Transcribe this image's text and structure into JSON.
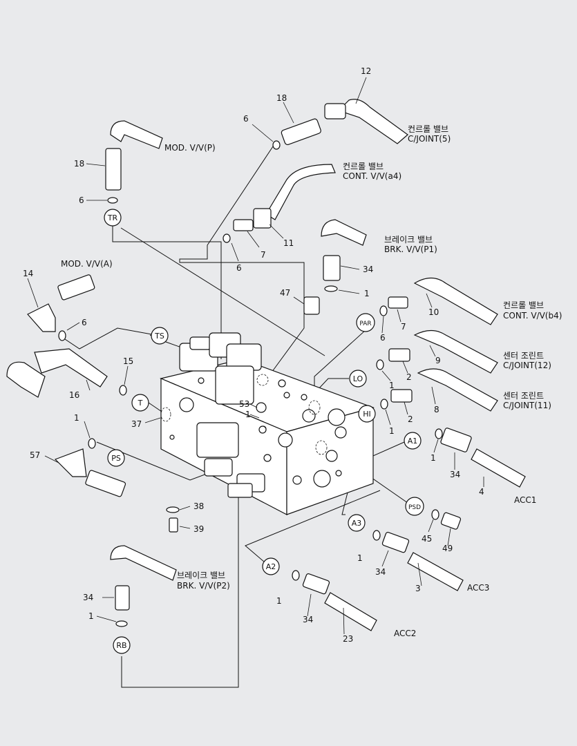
{
  "callouts": {
    "c12": "12",
    "c18a": "18",
    "c6a": "6",
    "c18b": "18",
    "c6b": "6",
    "c11": "11",
    "c7a": "7",
    "c6c": "6",
    "c34a": "34",
    "c1a": "1",
    "c14": "14",
    "c6d": "6",
    "c47": "47",
    "c7b": "7",
    "c10": "10",
    "c6e": "6",
    "c15": "15",
    "c16": "16",
    "c9": "9",
    "c1b": "1",
    "c2a": "2",
    "c53": "53",
    "c1c": "1",
    "c37": "37",
    "c2b": "2",
    "c8": "8",
    "c1d": "1",
    "c1e": "1",
    "c57": "57",
    "c1f": "1",
    "c34b": "34",
    "c4": "4",
    "c38": "38",
    "c39": "39",
    "c45": "45",
    "c49": "49",
    "c1g": "1",
    "c34c": "34",
    "c3": "3",
    "c34d": "34",
    "c1h": "1",
    "c1i": "1",
    "c34e": "34",
    "c23": "23"
  },
  "ports": {
    "TR": "TR",
    "TS": "TS",
    "T": "T",
    "PS": "PS",
    "PAR": "PAR",
    "LO": "LO",
    "HI": "HI",
    "A1": "A1",
    "PSD": "PSD",
    "A3": "A3",
    "A2": "A2",
    "RB": "RB"
  },
  "labels": {
    "cjoint5_kr": "컨르롤 밸브",
    "cjoint5_en": "C/JOINT(5)",
    "modvvp": "MOD. V/V(P)",
    "conta4_kr": "컨르롤 밸브",
    "conta4_en": "CONT. V/V(a4)",
    "brkp1_kr": "브레이크 밸브",
    "brkp1_en": "BRK. V/V(P1)",
    "modvva": "MOD. V/V(A)",
    "contb4_kr": "컨르롤 밸브",
    "contb4_en": "CONT. V/V(b4)",
    "cjoint12_kr": "센터 조린트",
    "cjoint12_en": "C/JOINT(12)",
    "cjoint11_kr": "센터 조린트",
    "cjoint11_en": "C/JOINT(11)",
    "acc1": "ACC1",
    "acc3": "ACC3",
    "acc2": "ACC2",
    "brkp2_kr": "브레이크 밸브",
    "brkp2_en": "BRK. V/V(P2)"
  }
}
